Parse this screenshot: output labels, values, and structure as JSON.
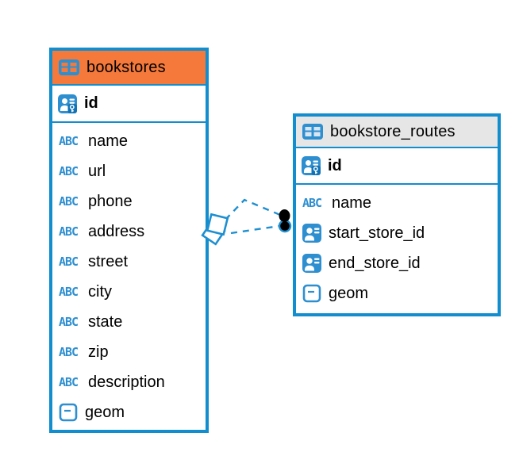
{
  "colors": {
    "accent_blue": "#128dce",
    "icon_blue": "#2e8fd0",
    "connector_blue": "#1e8fd0",
    "bookstores_header_bg": "#f5793b",
    "routes_header_bg": "#e6e6e6",
    "connector_endpoint_dot": "#000000"
  },
  "icons": {
    "text_type_glyph": "ABC"
  },
  "tables": [
    {
      "name": "bookstores",
      "columns": [
        {
          "name": "id",
          "icon": "primary-key-icon"
        },
        {
          "name": "name",
          "icon": "text-type-icon"
        },
        {
          "name": "url",
          "icon": "text-type-icon"
        },
        {
          "name": "phone",
          "icon": "text-type-icon"
        },
        {
          "name": "address",
          "icon": "text-type-icon"
        },
        {
          "name": "street",
          "icon": "text-type-icon"
        },
        {
          "name": "city",
          "icon": "text-type-icon"
        },
        {
          "name": "state",
          "icon": "text-type-icon"
        },
        {
          "name": "zip",
          "icon": "text-type-icon"
        },
        {
          "name": "description",
          "icon": "text-type-icon"
        },
        {
          "name": "geom",
          "icon": "geometry-type-icon"
        }
      ]
    },
    {
      "name": "bookstore_routes",
      "columns": [
        {
          "name": "id",
          "icon": "primary-key-icon"
        },
        {
          "name": "name",
          "icon": "text-type-icon"
        },
        {
          "name": "start_store_id",
          "icon": "foreign-key-icon"
        },
        {
          "name": "end_store_id",
          "icon": "foreign-key-icon"
        },
        {
          "name": "geom",
          "icon": "geometry-type-icon"
        }
      ]
    }
  ],
  "connector": {
    "count": 2,
    "line_style": "dashed",
    "left_endpoint": "diamond",
    "right_endpoint": "dot"
  }
}
